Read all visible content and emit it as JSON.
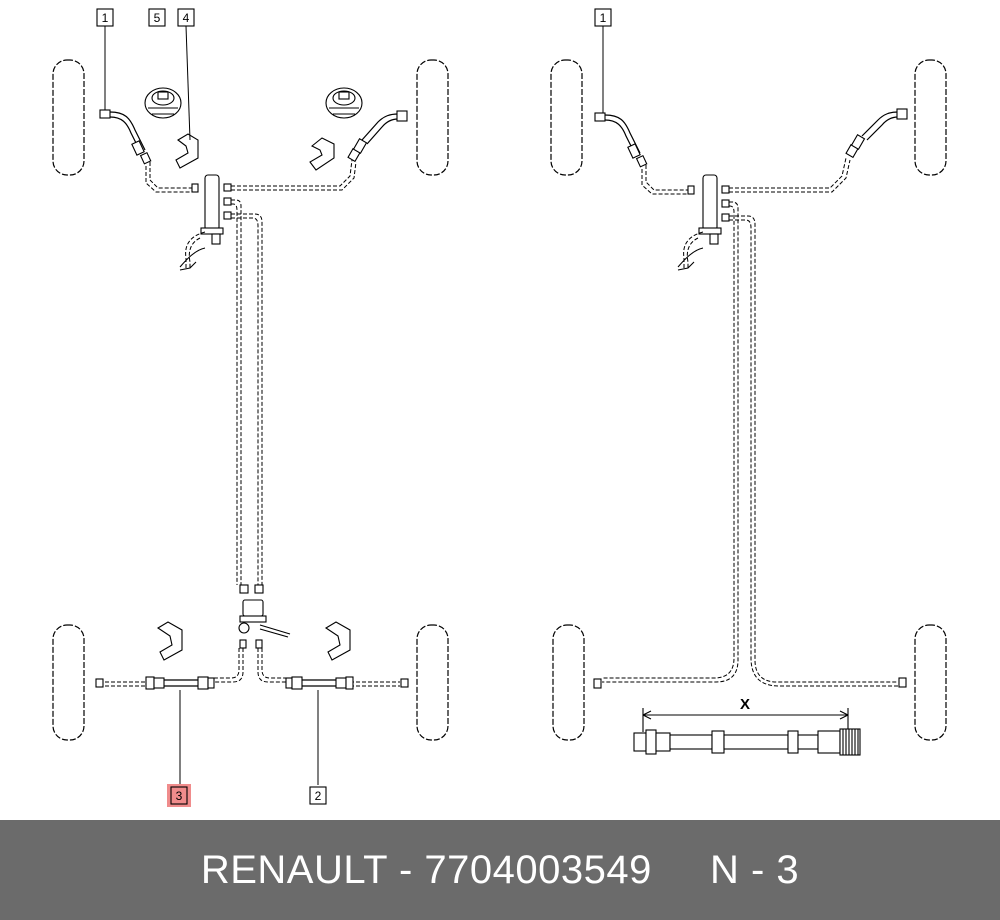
{
  "diagram": {
    "callouts": {
      "left_1": "1",
      "left_5": "5",
      "left_4": "4",
      "left_3": "3",
      "left_2": "2",
      "right_1": "1"
    },
    "dimension_label": "X",
    "highlight_color": "#f08c8c"
  },
  "footer": {
    "brand": "RENAULT",
    "separator": " - ",
    "part_number": "7704003549",
    "gap": "     ",
    "reference": "N - 3"
  },
  "colors": {
    "footer_background": "#6b6b6b",
    "footer_text": "#ffffff",
    "line": "#000000"
  }
}
